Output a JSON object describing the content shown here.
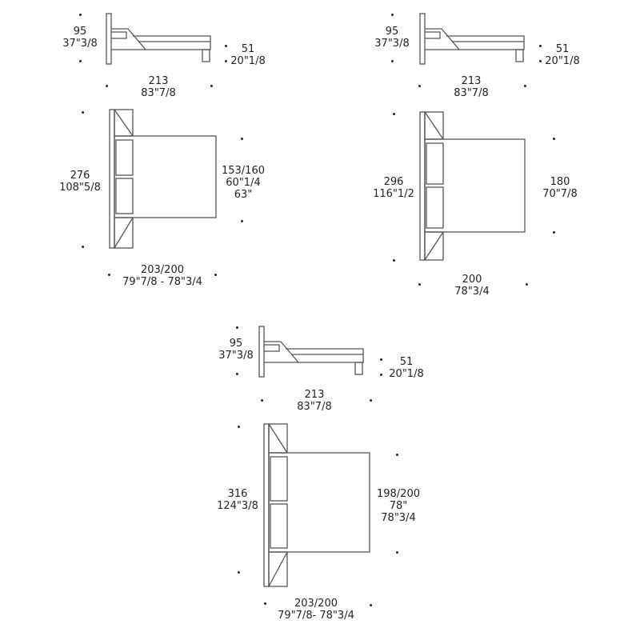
{
  "variants": [
    {
      "name": "bed-153-160",
      "side": {
        "height": [
          "95",
          "37\"3/8"
        ],
        "seat": [
          "51",
          "20\"1/8"
        ],
        "length": [
          "213",
          "83\"7/8"
        ]
      },
      "plan": {
        "total_width": [
          "276",
          "108\"5/8"
        ],
        "bed_width": [
          "153/160",
          "60\"1/4",
          "63\""
        ],
        "depth": [
          "203/200",
          "79\"7/8 - 78\"3/4"
        ]
      }
    },
    {
      "name": "bed-180",
      "side": {
        "height": [
          "95",
          "37\"3/8"
        ],
        "seat": [
          "51",
          "20\"1/8"
        ],
        "length": [
          "213",
          "83\"7/8"
        ]
      },
      "plan": {
        "total_width": [
          "296",
          "116\"1/2"
        ],
        "bed_width": [
          "180",
          "70\"7/8"
        ],
        "depth": [
          "200",
          "78\"3/4"
        ]
      }
    },
    {
      "name": "bed-198-200",
      "side": {
        "height": [
          "95",
          "37\"3/8"
        ],
        "seat": [
          "51",
          "20\"1/8"
        ],
        "length": [
          "213",
          "83\"7/8"
        ]
      },
      "plan": {
        "total_width": [
          "316",
          "124\"3/8"
        ],
        "bed_width": [
          "198/200",
          "78\"",
          "78\"3/4"
        ],
        "depth": [
          "203/200",
          "79\"7/8- 78\"3/4"
        ]
      }
    }
  ],
  "colors": {
    "line": "#555555",
    "text": "#222222"
  }
}
